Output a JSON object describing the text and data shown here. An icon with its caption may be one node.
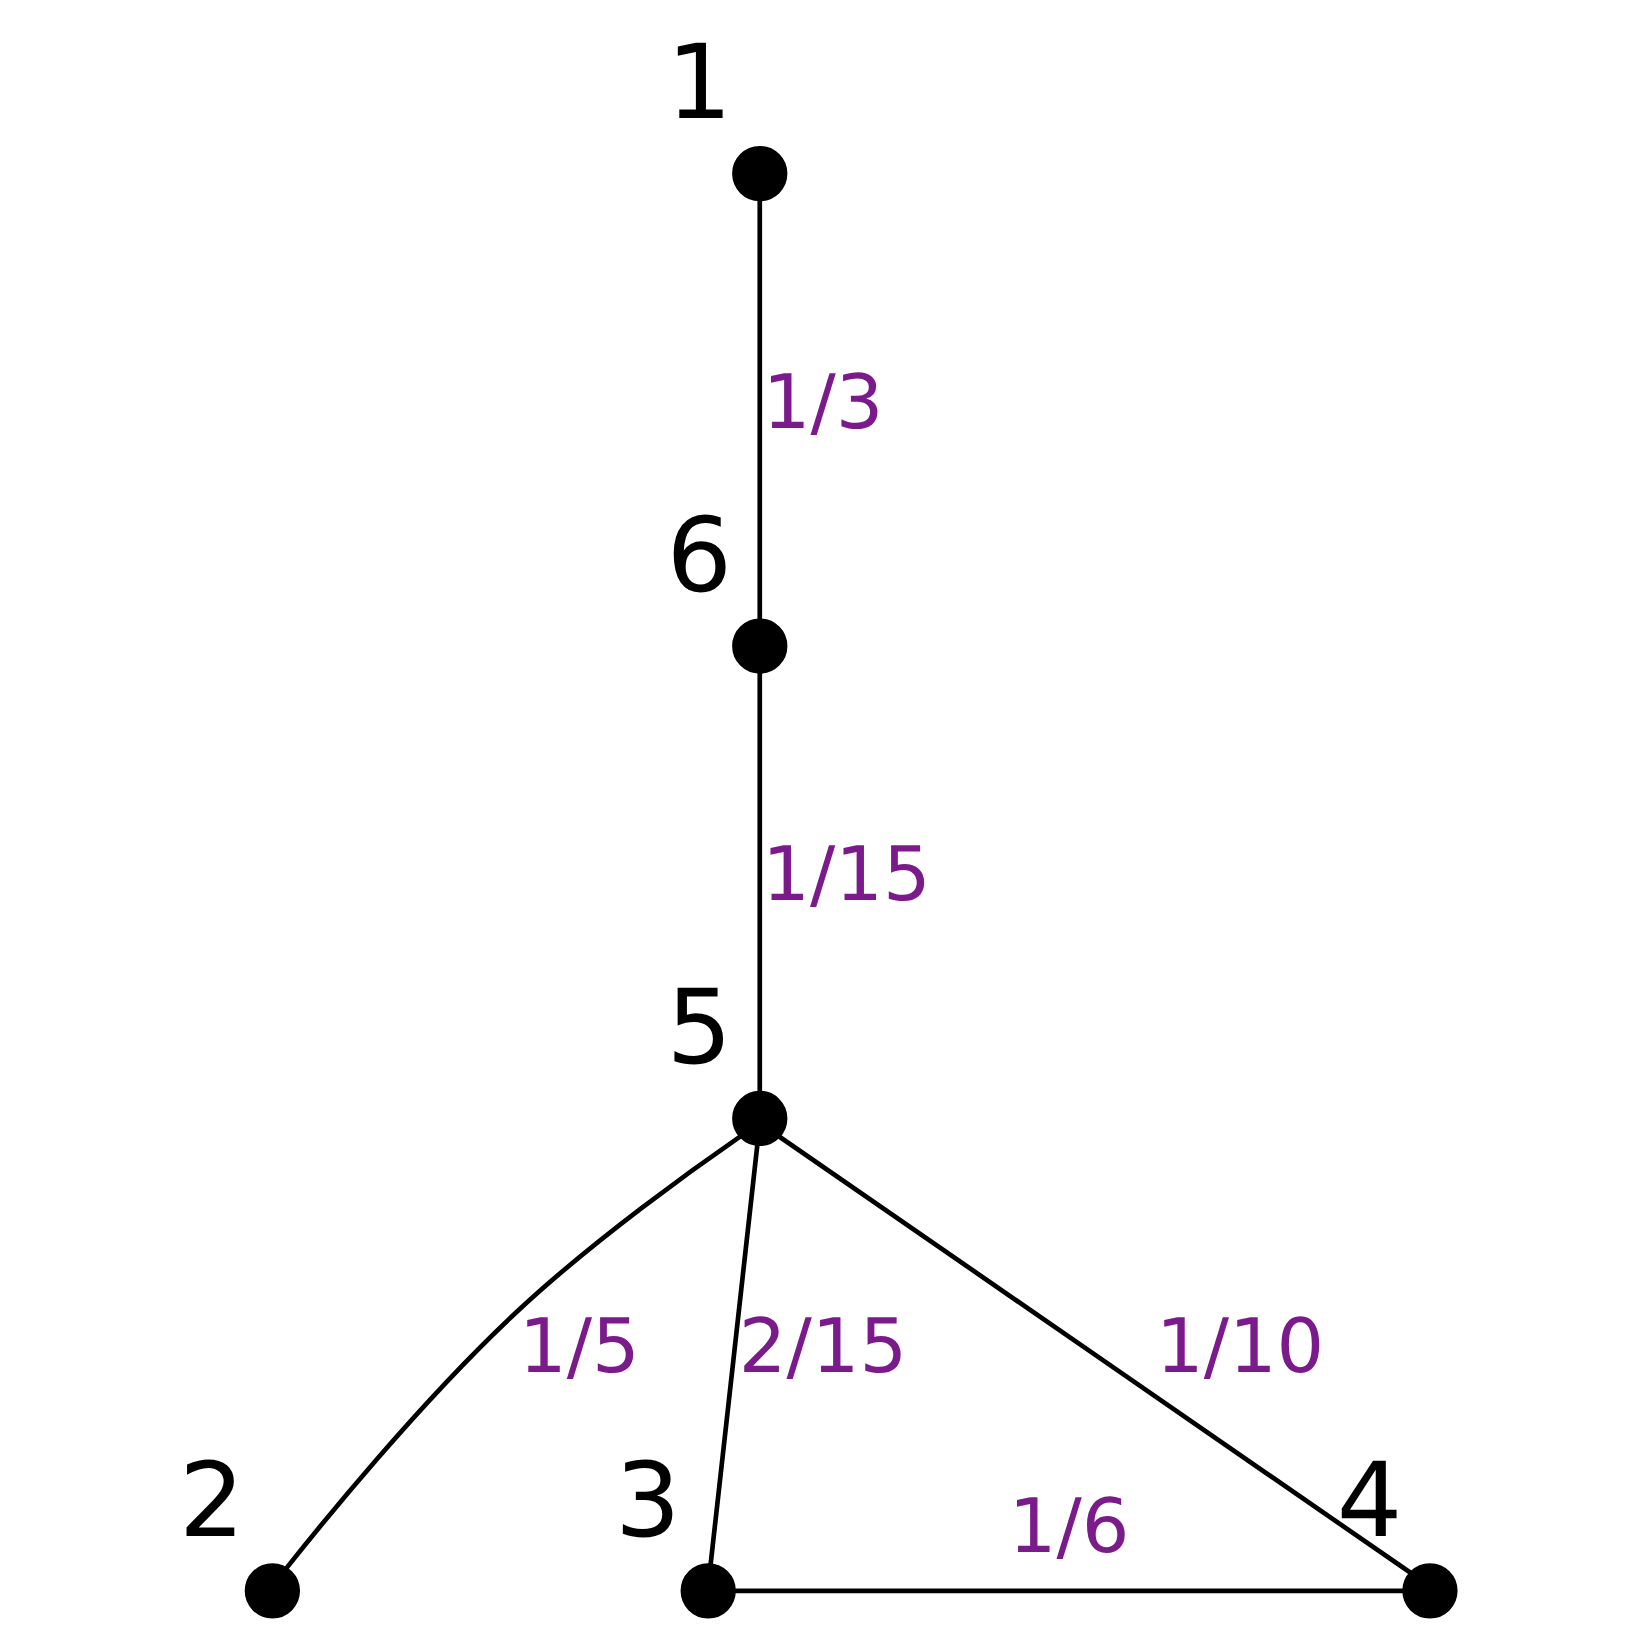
{
  "diagram": {
    "nodes": [
      {
        "text": [],
        "shape": "circle",
        "beside": [
          "1"
        ]
      },
      {
        "text": [],
        "shape": "circle",
        "beside": [
          "2"
        ]
      },
      {
        "text": [],
        "shape": "circle",
        "beside": [
          "3"
        ]
      },
      {
        "text": [],
        "shape": "circle",
        "beside": [
          "4"
        ]
      },
      {
        "text": [],
        "shape": "circle",
        "beside": [
          "5"
        ]
      },
      {
        "text": [],
        "shape": "circle",
        "beside": [
          "6"
        ]
      }
    ],
    "edges": [
      {
        "from": 0,
        "to": 5,
        "arrow": "none",
        "label": "1/3"
      },
      {
        "from": 5,
        "to": 4,
        "arrow": "none",
        "label": "1/15"
      },
      {
        "from": 4,
        "to": 1,
        "arrow": "none",
        "label": "1/5"
      },
      {
        "from": 4,
        "to": 2,
        "arrow": "none",
        "label": "2/15"
      },
      {
        "from": 4,
        "to": 3,
        "arrow": "none",
        "label": "1/10"
      },
      {
        "from": 2,
        "to": 3,
        "arrow": "none",
        "label": "1/6"
      }
    ]
  }
}
